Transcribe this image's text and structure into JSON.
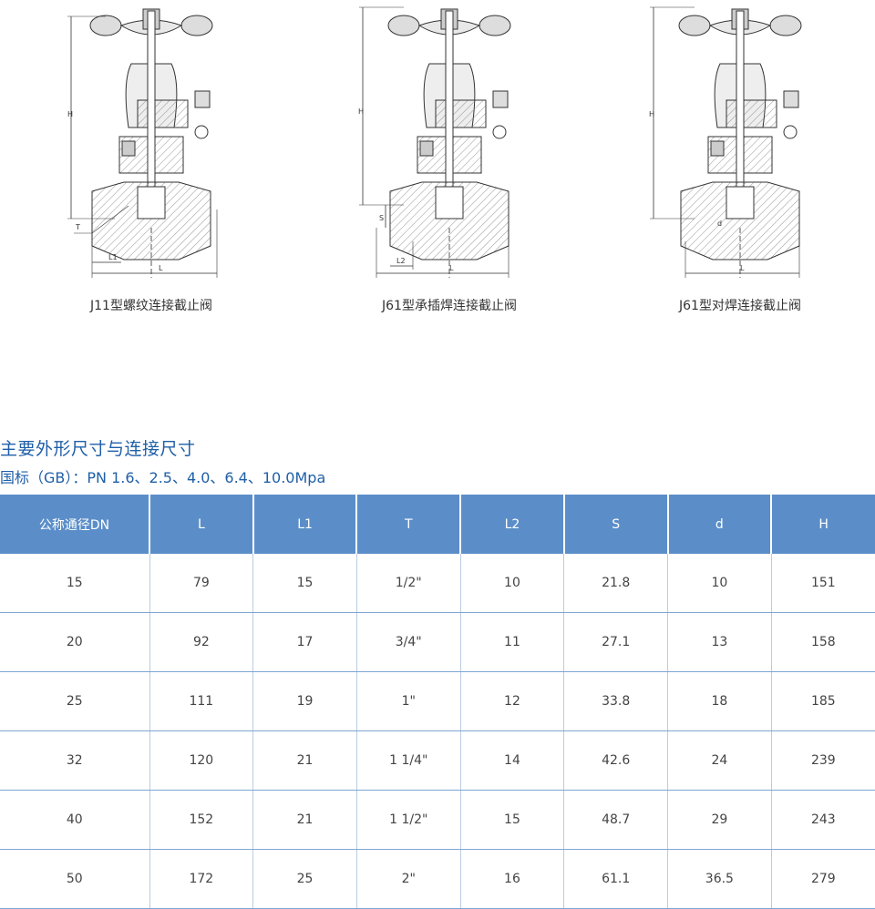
{
  "figures": [
    {
      "caption": "J11型螺纹连接截止阀",
      "dims": {
        "H": "H",
        "T": "T",
        "L1": "L1",
        "L": "L"
      }
    },
    {
      "caption": "J61型承插焊连接截止阀",
      "dims": {
        "H": "H",
        "S": "S",
        "L2": "L2",
        "L": "L"
      }
    },
    {
      "caption": "J61型对焊连接截止阀",
      "dims": {
        "H": "H",
        "d": "d",
        "L": "L"
      }
    }
  ],
  "section": {
    "title": "主要外形尺寸与连接尺寸",
    "subtitle": "国标（GB）：PN 1.6、2.5、4.0、6.4、10.0Mpa"
  },
  "table": {
    "headers": [
      "公称通径DN",
      "L",
      "L1",
      "T",
      "L2",
      "S",
      "d",
      "H"
    ],
    "rows": [
      [
        "15",
        "79",
        "15",
        "1/2\"",
        "10",
        "21.8",
        "10",
        "151"
      ],
      [
        "20",
        "92",
        "17",
        "3/4\"",
        "11",
        "27.1",
        "13",
        "158"
      ],
      [
        "25",
        "111",
        "19",
        "1\"",
        "12",
        "33.8",
        "18",
        "185"
      ],
      [
        "32",
        "120",
        "21",
        "1 1/4\"",
        "14",
        "42.6",
        "24",
        "239"
      ],
      [
        "40",
        "152",
        "21",
        "1 1/2\"",
        "15",
        "48.7",
        "29",
        "243"
      ],
      [
        "50",
        "172",
        "25",
        "2\"",
        "16",
        "61.1",
        "36.5",
        "279"
      ]
    ]
  },
  "colors": {
    "accent": "#1f5fa8",
    "header_bg": "#5b8ec9",
    "row_line": "#7fa6d2"
  }
}
